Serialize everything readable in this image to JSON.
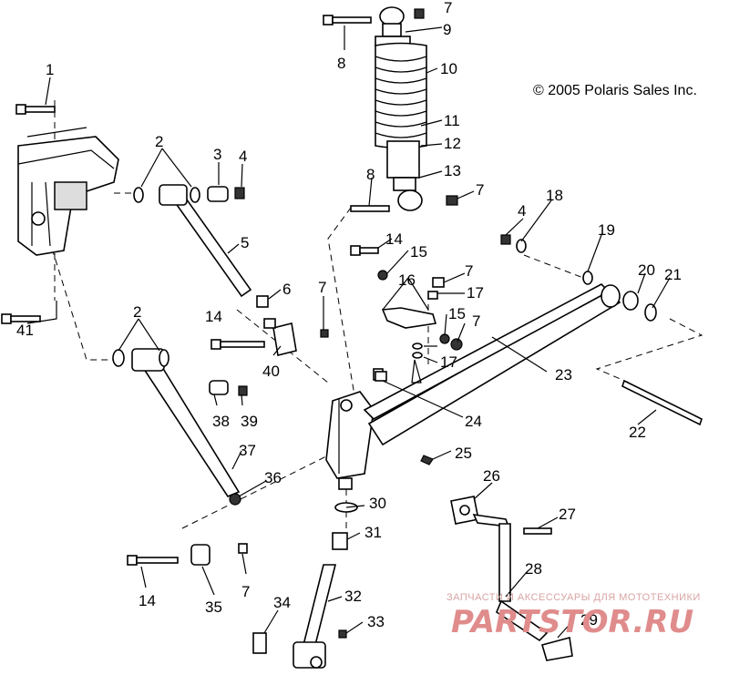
{
  "copyright": "© 2005 Polaris Sales Inc.",
  "watermark": {
    "tagline": "ЗАПЧАСТИ И АКСЕССУАРЫ ДЛЯ МОТОТЕХНИКИ",
    "brand": "PARTSTOR.RU"
  },
  "callouts": [
    "1",
    "2",
    "2",
    "3",
    "4",
    "4",
    "5",
    "6",
    "7",
    "7",
    "7",
    "7",
    "7",
    "7",
    "8",
    "8",
    "9",
    "10",
    "11",
    "12",
    "13",
    "14",
    "14",
    "14",
    "15",
    "15",
    "16",
    "17",
    "17",
    "18",
    "19",
    "20",
    "21",
    "22",
    "23",
    "24",
    "25",
    "26",
    "27",
    "28",
    "29",
    "30",
    "31",
    "32",
    "33",
    "34",
    "35",
    "36",
    "37",
    "38",
    "39",
    "40",
    "41"
  ]
}
